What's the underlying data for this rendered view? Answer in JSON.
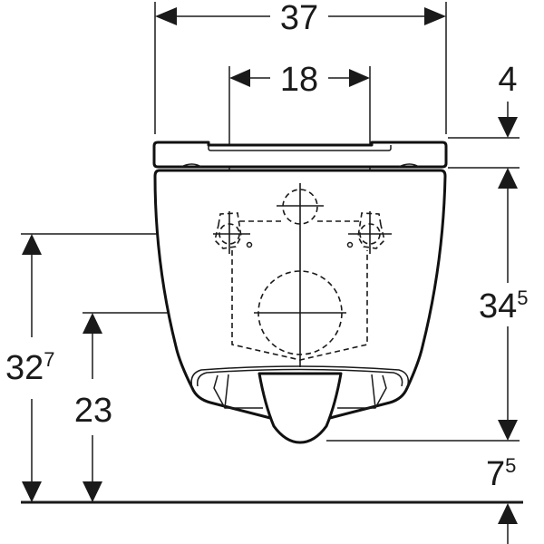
{
  "diagram": {
    "type": "technical-dimension-drawing",
    "subject": "wall-hung toilet, front view",
    "units_note": "",
    "colors": {
      "line": "#1a1a1a",
      "background": "#ffffff"
    }
  },
  "dimensions": {
    "overall_width": {
      "value": "37",
      "superscript": ""
    },
    "fixing_distance": {
      "value": "18",
      "superscript": ""
    },
    "seat_height": {
      "value": "4",
      "superscript": ""
    },
    "bowl_height": {
      "value": "34",
      "superscript": "5"
    },
    "fixing_height": {
      "value": "32",
      "superscript": "7"
    },
    "outlet_height": {
      "value": "23",
      "superscript": ""
    },
    "bottom_clearance": {
      "value": "7",
      "superscript": "5"
    }
  }
}
